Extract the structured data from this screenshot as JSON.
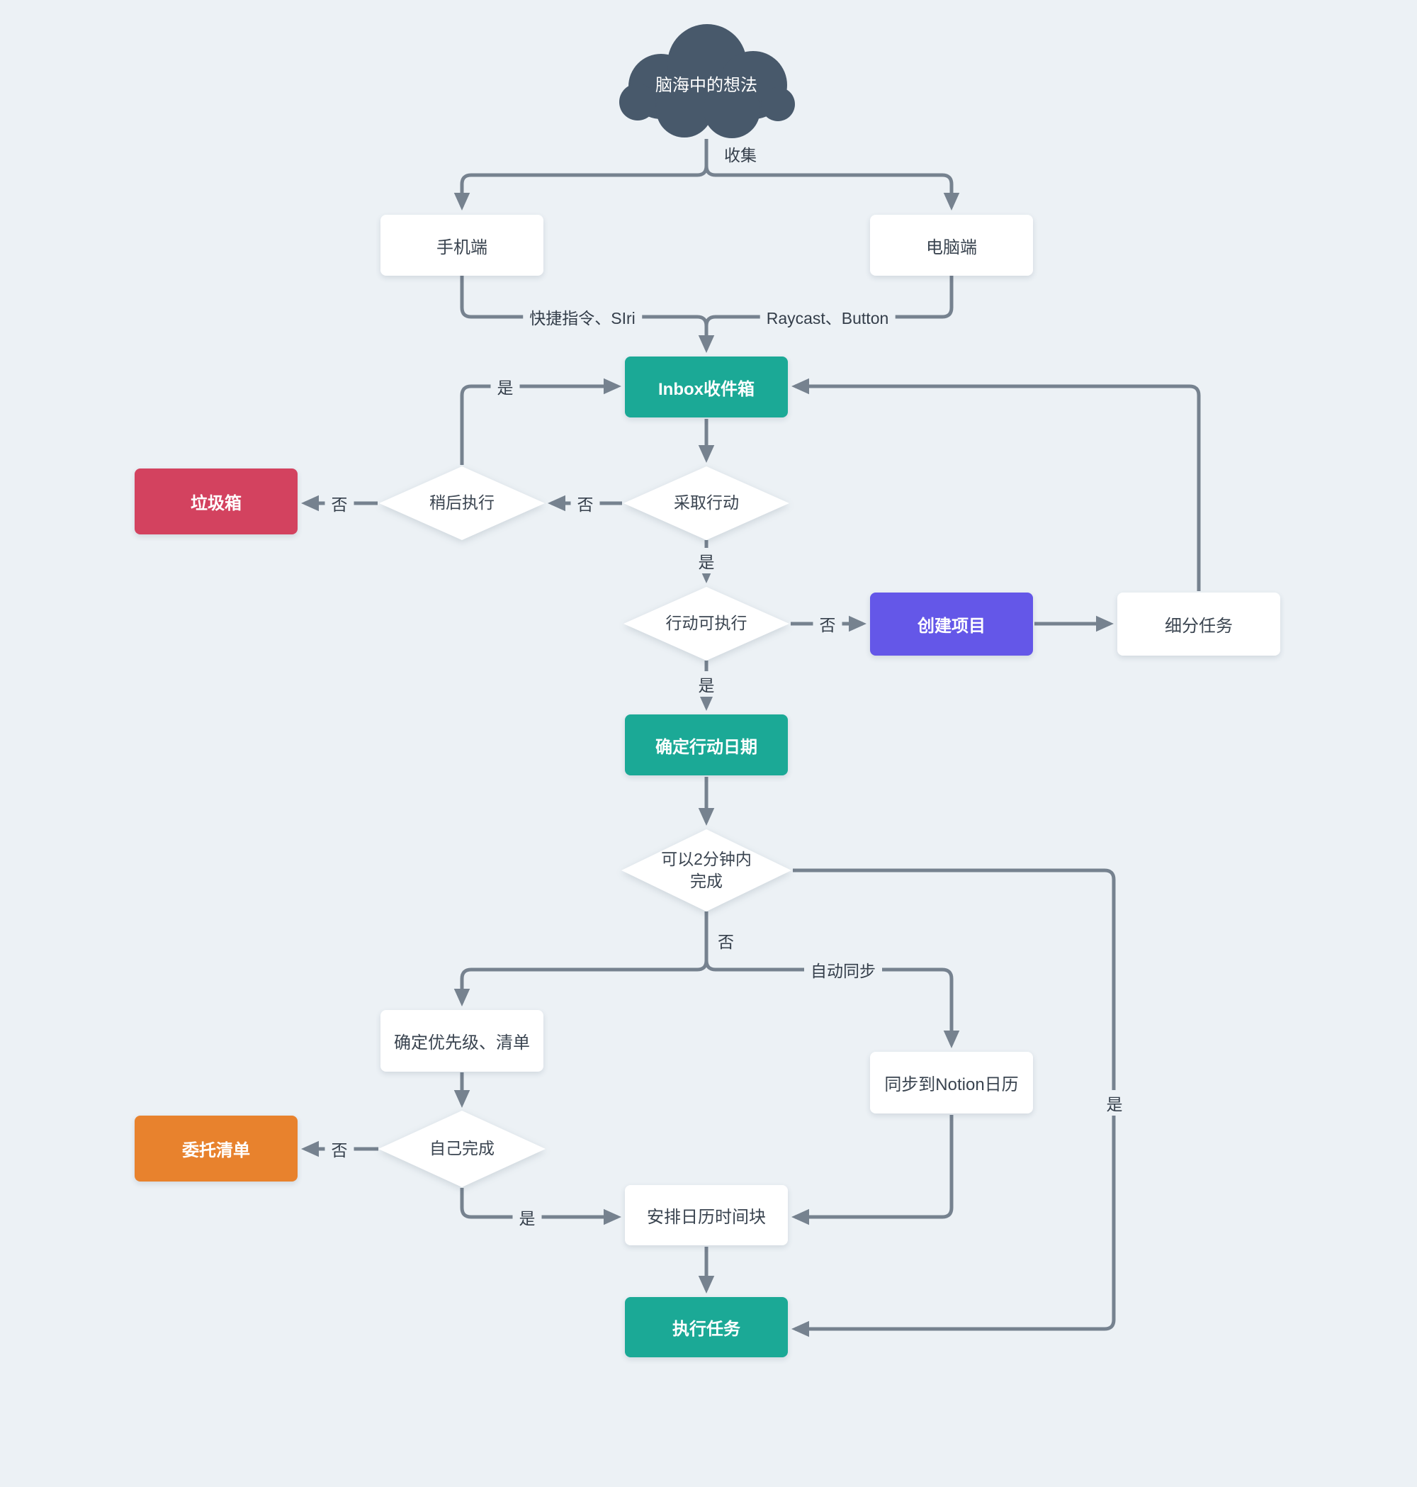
{
  "canvas": {
    "background": "#ecf1f5",
    "connector_color": "#76828f",
    "text_color": "#3a4450"
  },
  "accent_colors": {
    "teal": "#1ba996",
    "purple": "#6457e8",
    "red": "#d3425f",
    "orange": "#e8822d",
    "cloud_fill": "#48596b"
  },
  "nodes": {
    "cloud": {
      "label": "脑海中的想法"
    },
    "phone": {
      "label": "手机端"
    },
    "pc": {
      "label": "电脑端"
    },
    "inbox": {
      "label": "Inbox收件箱"
    },
    "take_action": {
      "label": "采取行动"
    },
    "do_later": {
      "label": "稍后执行"
    },
    "trash": {
      "label": "垃圾箱"
    },
    "actionable": {
      "label": "行动可执行"
    },
    "create_project": {
      "label": "创建项目"
    },
    "split_tasks": {
      "label": "细分任务"
    },
    "set_action_date": {
      "label": "确定行动日期"
    },
    "two_minutes": {
      "label": "可以2分钟内完成"
    },
    "set_priority": {
      "label": "确定优先级、清单"
    },
    "sync_notion": {
      "label": "同步到Notion日历"
    },
    "self_complete": {
      "label": "自己完成"
    },
    "delegate_list": {
      "label": "委托清单"
    },
    "schedule_block": {
      "label": "安排日历时间块"
    },
    "execute_task": {
      "label": "执行任务"
    }
  },
  "edge_labels": {
    "collect": "收集",
    "phone_capture": "快捷指令、SIri",
    "pc_capture": "Raycast、Button",
    "do_later_yes": "是",
    "take_action_no": "否",
    "do_later_no": "否",
    "take_action_yes": "是",
    "actionable_no": "否",
    "actionable_yes": "是",
    "two_minutes_no": "否",
    "two_minutes_yes": "是",
    "auto_sync": "自动同步",
    "self_complete_no": "否",
    "self_complete_yes": "是"
  }
}
